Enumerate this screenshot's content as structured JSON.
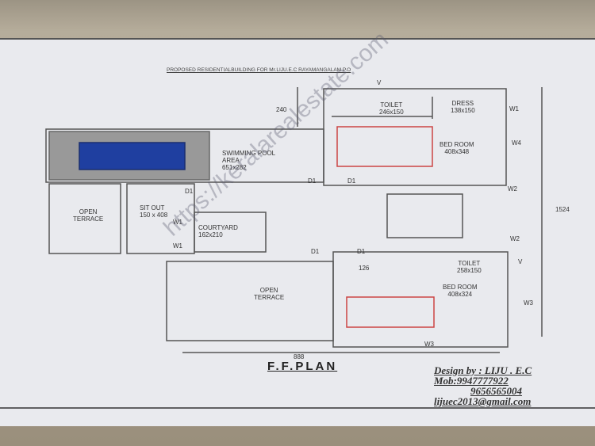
{
  "title": "PROPOSED RESIDENTIALBUILDING FOR Mr.LIJU.E.C RAYAMANGALAM P.O",
  "plan_title": "F.F.PLAN",
  "design": {
    "by": "Design by : LIJU . E.C",
    "mob": "Mob:9947777922",
    "mob2": "9656565004",
    "email": "lijuec2013@gmail.com"
  },
  "watermark": "https://keralarealestate.com",
  "dimensions": {
    "d240": "240",
    "d1524": "1524",
    "d126": "126",
    "d888": "888"
  },
  "rooms": {
    "toilet1": {
      "name": "TOILET",
      "size": "246x150"
    },
    "dress": {
      "name": "DRESS",
      "size": "138x150"
    },
    "bed1": {
      "name": "BED ROOM",
      "size": "408x348"
    },
    "pool": {
      "name": "SWIMMING POOL",
      "area": "AREA",
      "size": "651x282"
    },
    "terrace1": {
      "name": "OPEN",
      "name2": "TERRACE"
    },
    "sitout": {
      "name": "SIT OUT",
      "size": "150 x 408"
    },
    "courtyard": {
      "name": "COURTYARD",
      "size": "162x210"
    },
    "toilet2": {
      "name": "TOILET",
      "size": "258x150"
    },
    "bed2": {
      "name": "BED ROOM",
      "size": "408x324"
    },
    "terrace2": {
      "name": "OPEN",
      "name2": "TERRACE"
    }
  },
  "marks": {
    "v": "V",
    "w1": "W1",
    "w2": "W2",
    "w3": "W3",
    "w4": "W4",
    "d1": "D1"
  }
}
